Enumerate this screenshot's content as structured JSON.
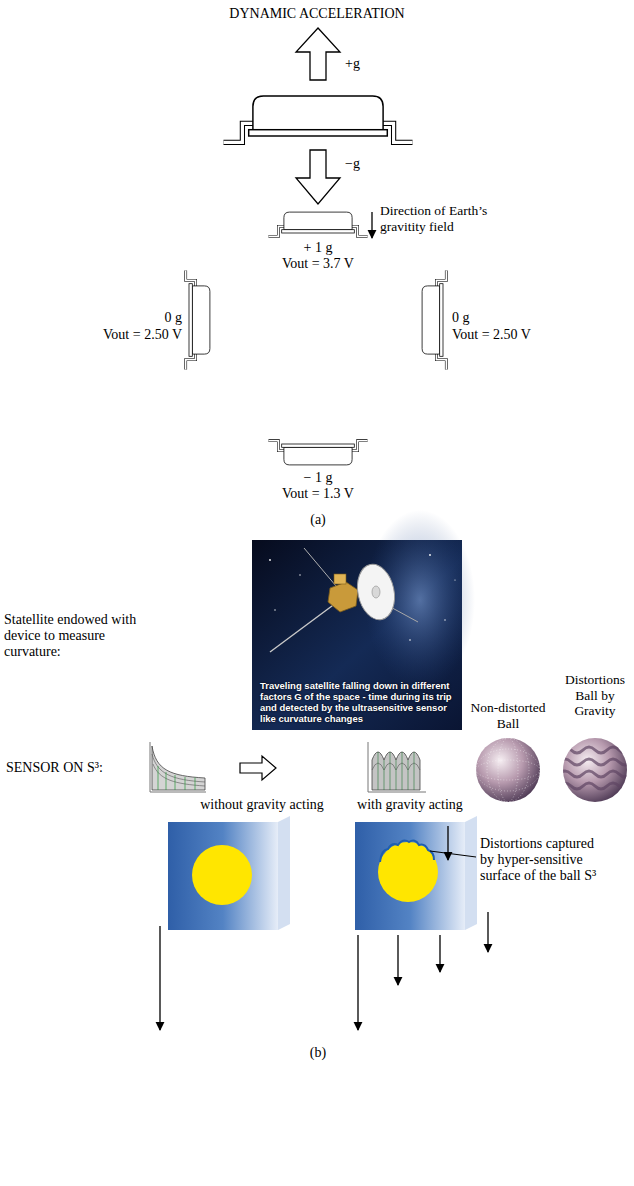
{
  "diagram": {
    "title": "DYNAMIC ACCELERATION",
    "nodes": [
      {
        "text": [
          "Traveling satellite falling down in different factors G of the space - time during its trip and detected by the ultrasensitive sensor like curvature changes"
        ]
      }
    ],
    "labels": [
      "+g",
      "−g",
      "Direction of Earth’s gravitity field",
      "+ 1 g",
      "Vout = 3.7 V",
      "0 g",
      "Vout = 2.50 V",
      "0 g",
      "Vout = 2.50 V",
      "− 1 g",
      "Vout = 1.3 V",
      "(a)",
      "Statellite endowed with device to measure curvature:",
      "Non-distorted Ball",
      "Distortions Ball by Gravity",
      "SENSOR ON S³:",
      "without gravity acting",
      "with gravity acting",
      "Distortions captured by hyper-sensitive surface of the ball S³",
      "(b)"
    ]
  }
}
